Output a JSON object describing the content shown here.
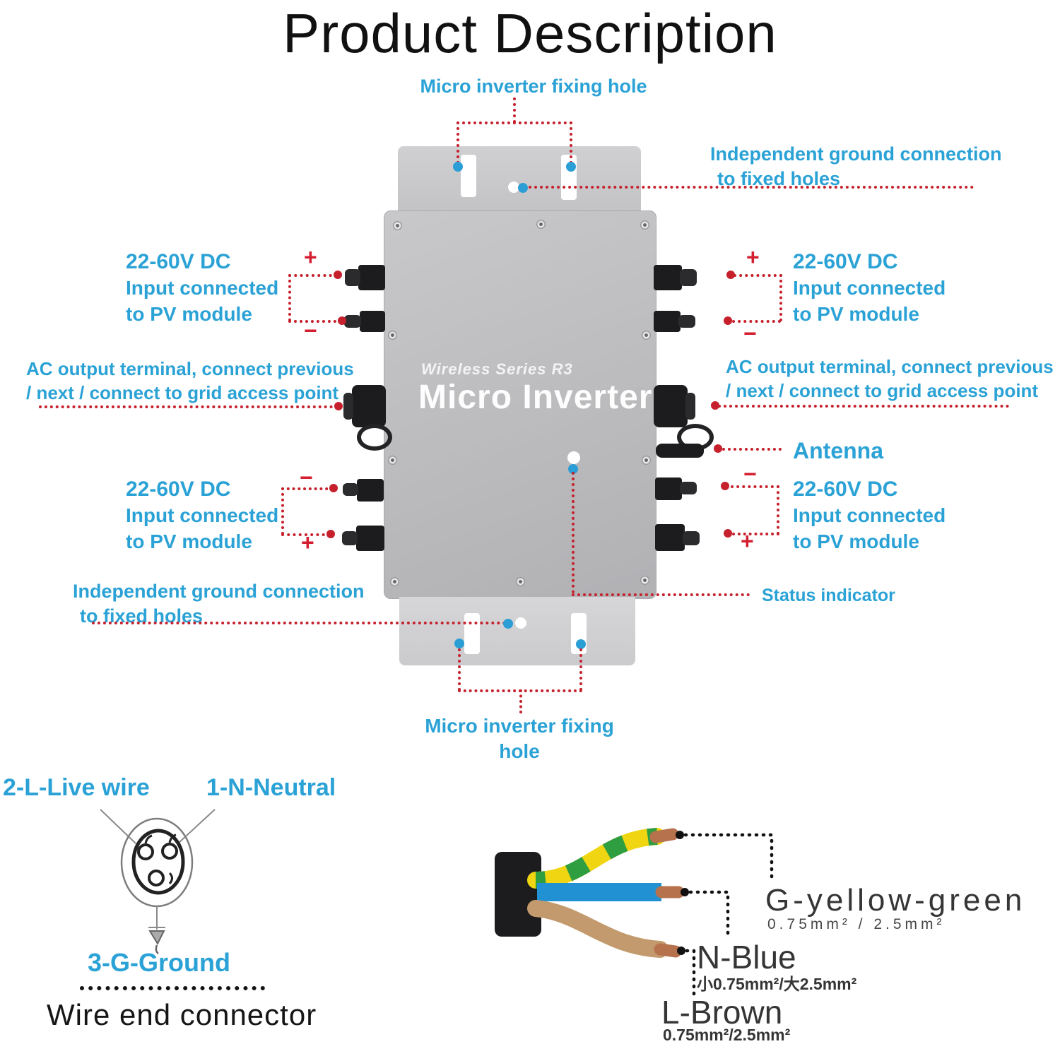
{
  "title": "Product Description",
  "device": {
    "series_label": "Wireless Series R3",
    "model_label": "Micro Inverter"
  },
  "callouts": {
    "fixing_hole_top": "Micro inverter fixing hole",
    "fixing_hole_bottom": "Micro inverter fixing hole",
    "ground_connection": {
      "line1": "Independent ground connection",
      "line2": "to fixed holes"
    },
    "dc_input": {
      "line1": "22-60V DC",
      "line2": "Input connected",
      "line3": "to PV module"
    },
    "ac_output": {
      "line1": "AC output terminal, connect previous",
      "line2": "/ next / connect to grid access point"
    },
    "antenna": "Antenna",
    "status_indicator": "Status indicator",
    "polarity_plus": "+",
    "polarity_minus": "−"
  },
  "wire_end_connector": {
    "live": "2-L-Live wire",
    "neutral": "1-N-Neutral",
    "ground": "3-G-Ground",
    "caption": "Wire end connector"
  },
  "cable": {
    "ground_wire": {
      "name": "G-yellow-green",
      "spec": "0.75mm² / 2.5mm²"
    },
    "neutral_wire": {
      "name": "N-Blue",
      "spec": "小0.75mm²/大2.5mm²"
    },
    "live_wire": {
      "name": "L-Brown",
      "spec": "0.75mm²/2.5mm²"
    }
  },
  "colors": {
    "label_blue": "#2ba2d6",
    "leader_red": "#c5202c",
    "marker_blue": "#2b9ed6",
    "wire_yellow": "#efd512",
    "wire_green": "#2f9e41",
    "wire_blue": "#2191d3",
    "wire_brown": "#c39a6d",
    "copper": "#b5724d",
    "sheath_black": "#1c1c1e"
  }
}
